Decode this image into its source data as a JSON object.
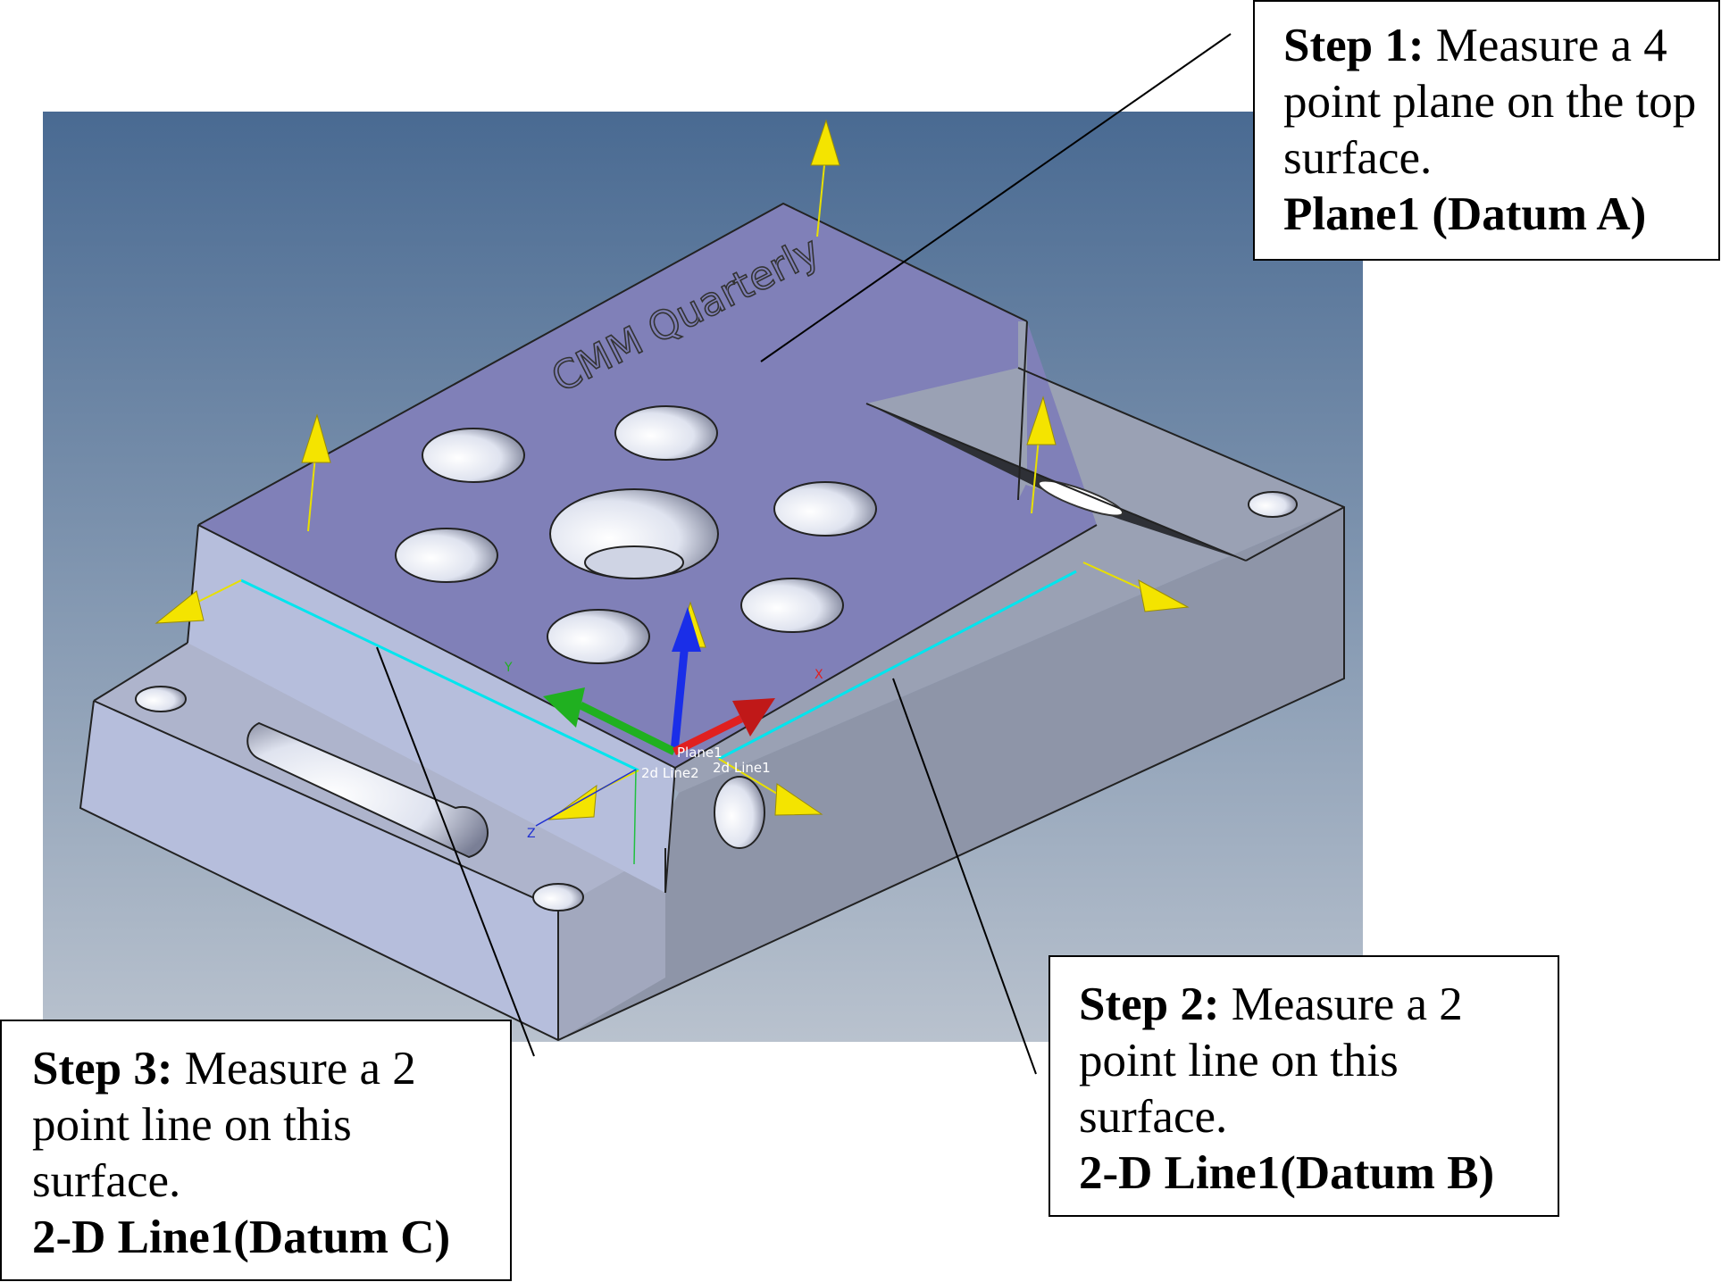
{
  "model": {
    "engraving": "CMM Quarterly",
    "feature_labels": {
      "plane": "Plane1",
      "line_a": "2d Line2",
      "line_b": "2d Line1"
    },
    "axis_labels": {
      "x": "X",
      "y": "Y",
      "z": "Z"
    },
    "colors": {
      "background_top": "#496a92",
      "background_bottom": "#b9c2ce",
      "top_face": "#8080b8",
      "front_face": "#b6bedc",
      "side_face": "#9aa1b4",
      "measured_line": "#00e5ee",
      "probe_arrow": "#f0e000",
      "axis_x": "#e02020",
      "axis_y": "#20b020",
      "axis_z": "#1a2ee8"
    }
  },
  "callouts": {
    "step1": {
      "step_label": "Step 1:",
      "text": " Measure a 4 point plane on the top surface.",
      "datum": "Plane1 (Datum A)"
    },
    "step2": {
      "step_label": "Step 2:",
      "text": " Measure a 2 point line on this surface.",
      "datum": "2-D Line1(Datum B)"
    },
    "step3": {
      "step_label": "Step 3:",
      "text": " Measure a 2 point line on this surface.",
      "datum": "2-D Line1(Datum C)"
    }
  }
}
